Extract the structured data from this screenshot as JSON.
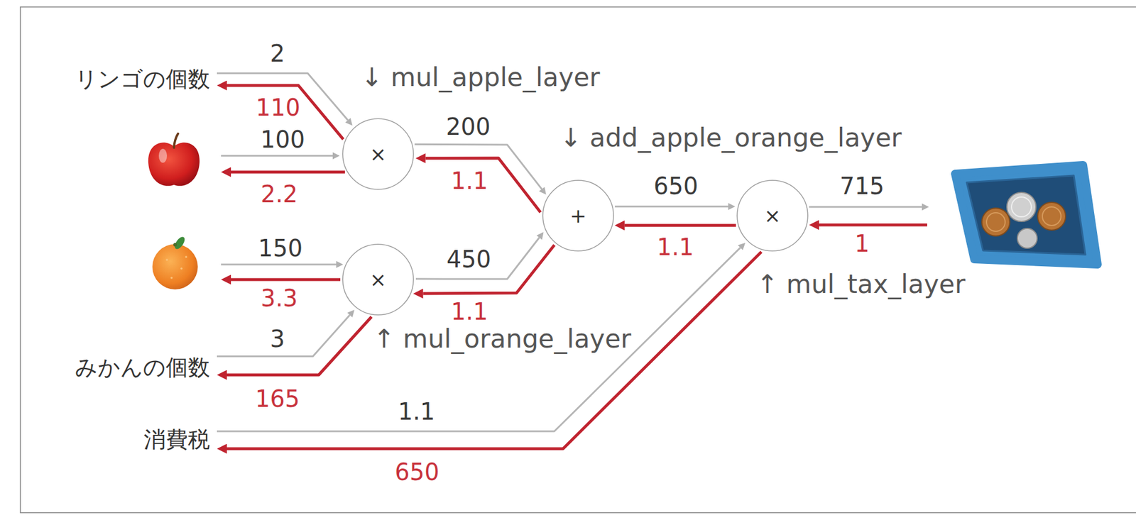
{
  "diagram": {
    "nodes": [
      {
        "text": [
          "リンゴの個数"
        ]
      },
      {
        "text": [
          "×"
        ]
      },
      {
        "text": [
          "+"
        ]
      },
      {
        "text": [
          "×"
        ]
      },
      {
        "text": [
          "×"
        ]
      },
      {
        "text": [
          "みかんの個数"
        ]
      },
      {
        "text": [
          "消費税"
        ]
      }
    ],
    "edges": [
      {
        "from": 0,
        "to": 1,
        "label": "2",
        "arrow": "to"
      },
      {
        "from": 1,
        "to": 0,
        "label": "110",
        "arrow": "to"
      },
      {
        "from": 1,
        "to": 2,
        "label": "200",
        "arrow": "to"
      },
      {
        "from": 2,
        "to": 1,
        "label": "1.1",
        "arrow": "to"
      },
      {
        "from": 4,
        "to": 2,
        "label": "450",
        "arrow": "to"
      },
      {
        "from": 2,
        "to": 4,
        "label": "1.1",
        "arrow": "to"
      },
      {
        "from": 2,
        "to": 3,
        "label": "650",
        "arrow": "to"
      },
      {
        "from": 3,
        "to": 2,
        "label": "1.1",
        "arrow": "to"
      },
      {
        "from": 5,
        "to": 4,
        "label": "3",
        "arrow": "to"
      },
      {
        "from": 4,
        "to": 5,
        "label": "165",
        "arrow": "to"
      },
      {
        "from": 6,
        "to": 3,
        "label": "1.1",
        "arrow": "to"
      },
      {
        "from": 3,
        "to": 6,
        "label": "650",
        "arrow": "to"
      }
    ],
    "labels": [
      "100",
      "2.2",
      "150",
      "3.3",
      "715",
      "1",
      "↓ mul_apple_layer",
      "↓ add_apple_orange_layer",
      "↑ mul_tax_layer",
      "↑ mul_orange_layer"
    ]
  }
}
